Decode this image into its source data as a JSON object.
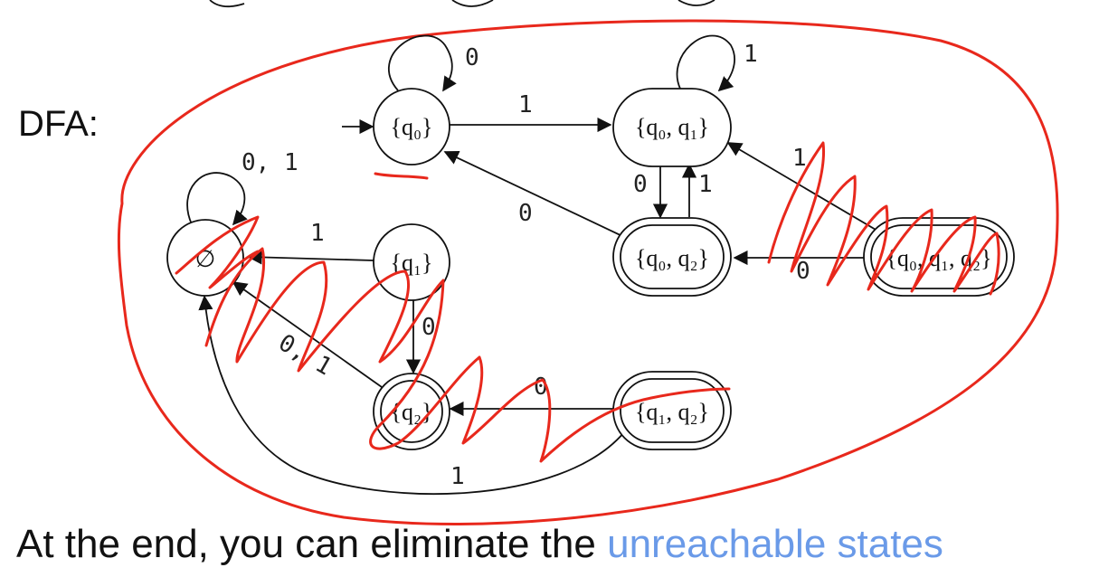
{
  "diagram": {
    "heading": "DFA:",
    "states": {
      "q0": "{q₀}",
      "q0q1": "{q₀, q₁}",
      "q0q2": "{q₀, q₂}",
      "q0q1q2": "{q₀, q₁, q₂}",
      "empty": "∅",
      "q1": "{q₁}",
      "q2": "{q₂}",
      "q1q2": "{q₁, q₂}"
    },
    "edge_labels": {
      "q0_self": "0",
      "q0_to_q0q1": "1",
      "q0q1_self": "1",
      "q0q1_to_q0q2": "0",
      "q0q2_to_q0q1": "1",
      "q0q2_to_q0": "0",
      "q0q1q2_to_q0q1": "1",
      "q0q1q2_to_q0q2": "0",
      "empty_self": "0, 1",
      "q1_to_empty": "1",
      "q1_to_q2": "0",
      "q2_to_empty": "0, 1",
      "q1q2_to_q2": "0",
      "q1q2_to_empty": "1"
    },
    "accent_color": "#e8281c",
    "highlight_color": "#6a9ae8"
  },
  "caption": {
    "text": "At the end, you can eliminate the ",
    "highlight": "unreachable states"
  }
}
